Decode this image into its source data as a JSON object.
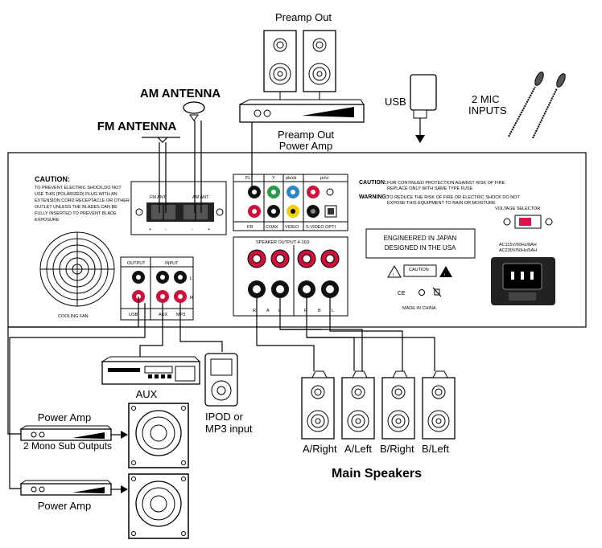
{
  "labels": {
    "preamp_out_top": "Preamp Out",
    "preamp_out_amp": "Preamp Out",
    "power_amp_top": "Power Amp",
    "am_antenna": "AM ANTENNA",
    "fm_antenna": "FM ANTENNA",
    "usb": "USB",
    "mic_inputs_1": "2 MIC",
    "mic_inputs_2": "INPUTS",
    "aux": "AUX",
    "ipod_1": "IPOD or",
    "ipod_2": "MP3 input",
    "power_amp_1": "Power Amp",
    "power_amp_2": "Power Amp",
    "mono_sub": "2 Mono Sub Outputs",
    "a_right": "A/Right",
    "a_left": "A/Left",
    "b_right": "B/Right",
    "b_left": "B/Left",
    "main_speakers": "Main Speakers"
  },
  "panel": {
    "caution_title": "CAUTION:",
    "caution_lines": [
      "TO PREVENT ELECTRIC SHOCK,DO NOT",
      "USE THIS (POLARIZED) PLUG WITH AN",
      "EXTENSION CORD RECEPTACLE OR OTHER",
      "OUTLET UNLESS THE BLADES CAN BE",
      "FULLY INSERTED TO PREVENT BLADE",
      "EXPOSURE"
    ],
    "cooling_fan": "COOLING FAN",
    "fm_ant": "FM ANT",
    "am_ant": "AM ANT",
    "plus": "+",
    "minus": "-",
    "output": "OUTPUT",
    "input": "INPUT",
    "usb_jack": "USB",
    "aux_jack": "AUX",
    "mp3_jack": "MP3",
    "l": "L",
    "r": "R",
    "fl": "FL",
    "fr": "FR",
    "y": "Y",
    "pbcb": "pb/cb",
    "prcr": "pr/cr",
    "coax": "COAX",
    "video": "VIDEO",
    "svideo": "S-VIDEO OPTI",
    "speaker_output": "SPEAKER   OUTPUT   4-16Ω",
    "spk_r1": "R",
    "spk_a": "A",
    "spk_l1": "L",
    "spk_r2": "R",
    "spk_b": "B",
    "spk_l2": "L",
    "caution_right_1": "CAUTION:",
    "caution_right_1_text": "FOR CONTINUED PROTECTION AGAINST RISK OF FIRE",
    "caution_right_2_text": "REPLACE ONLY WITH SAME TYPE FUSE",
    "warning": "WARNING:",
    "warning_text_1": "TO REDUCE THE RISK OF FIRE OR ELECTRIC SHOCK DO NOT",
    "warning_text_2": "EXPOSE THIS EQUIPMENT TO RAIN OR MOISTURE",
    "engineered_1": "ENGINEERED IN JAPAN",
    "engineered_2": "DESIGNED IN THE USA",
    "caution_box": "CAUTION",
    "ce": "CE",
    "made_in": "MADE IN CHINA",
    "voltage_selector": "VOLTAGE SELECTOR",
    "voltage_1": "AC115V/60Hz/8AH",
    "voltage_2": "AC230V/50Hz/5AH"
  },
  "colors": {
    "red_jack": "#d0103a",
    "green_jack": "#2a9a4a",
    "blue_jack": "#2a86c8",
    "yellow_jack": "#f0d000",
    "voltage_switch": "#e0104a"
  }
}
